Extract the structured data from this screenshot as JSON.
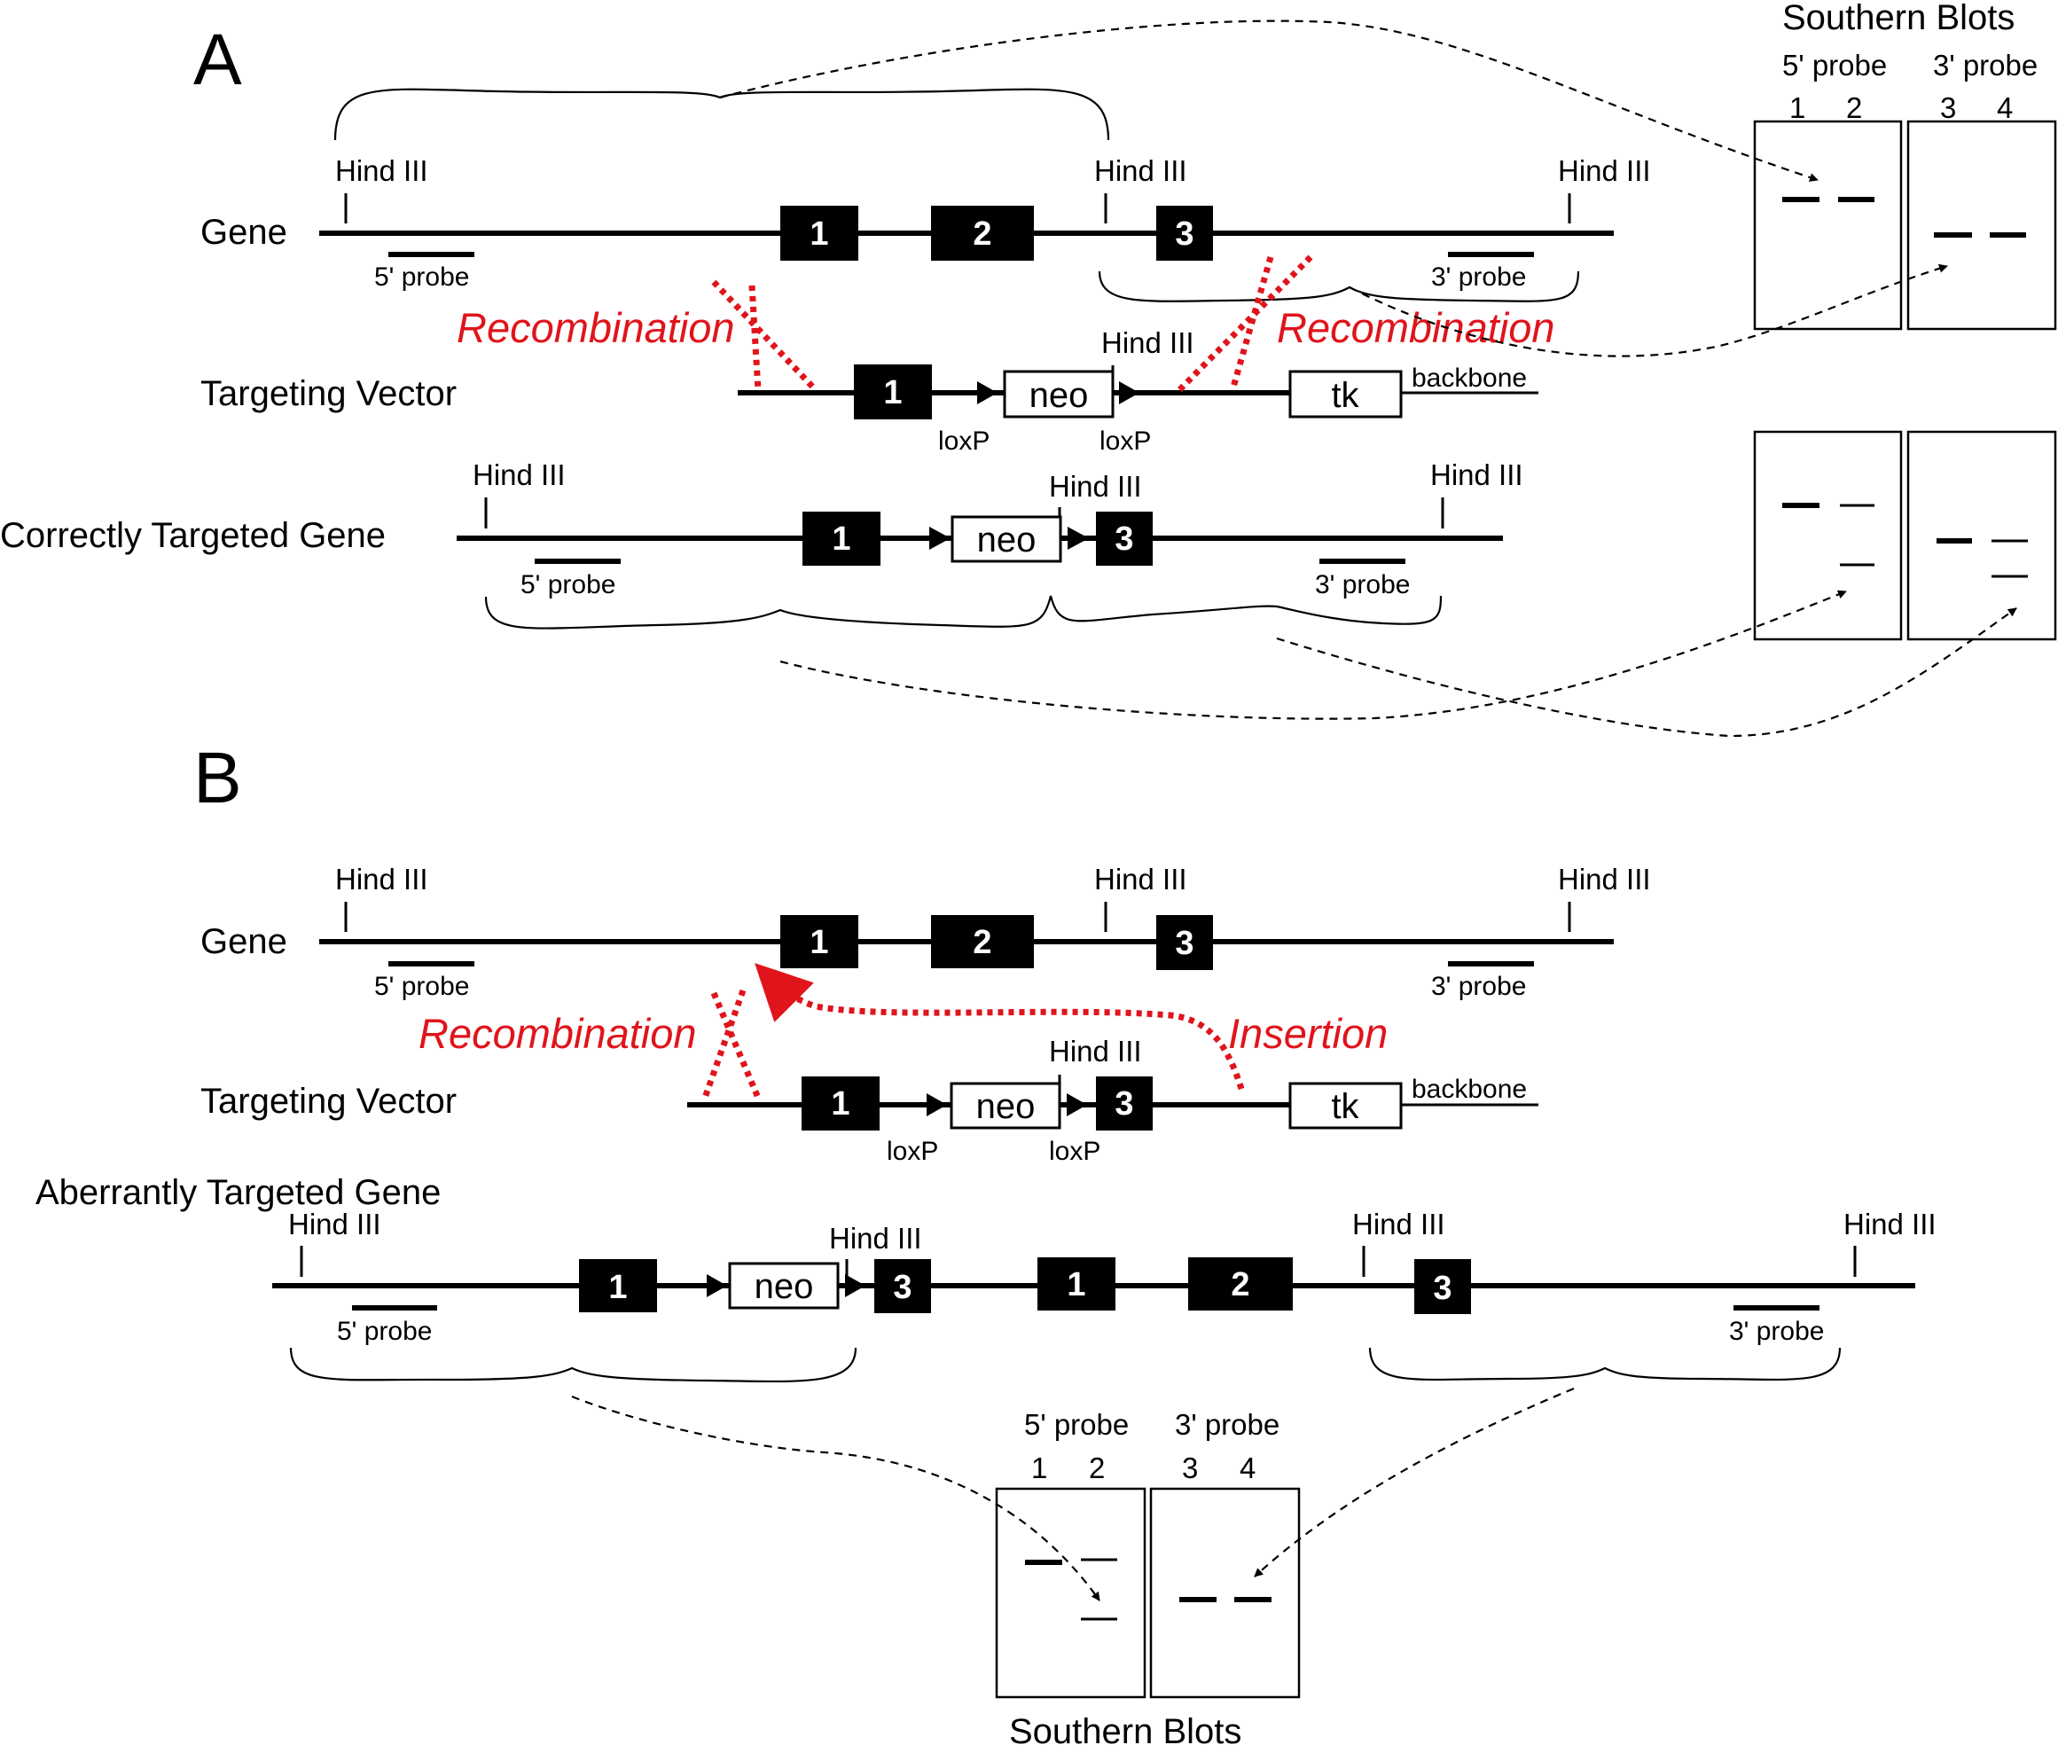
{
  "panels": {
    "a": {
      "letter": "A",
      "rows": {
        "gene": "Gene",
        "vector": "Targeting Vector",
        "targeted": "Correctly Targeted Gene"
      },
      "recombination_label": "Recombination",
      "southern_title": "Southern Blots"
    },
    "b": {
      "letter": "B",
      "rows": {
        "gene": "Gene",
        "vector": "Targeting Vector",
        "targeted": "Aberrantly Targeted Gene"
      },
      "recombination_label": "Recombination",
      "insertion_label": "Insertion",
      "southern_title": "Southern Blots"
    }
  },
  "common": {
    "site": "Hind III",
    "probe5": "5' probe",
    "probe3": "3' probe",
    "loxp": "loxP",
    "neo": "neo",
    "tk": "tk",
    "backbone": "backbone",
    "exon1": "1",
    "exon2": "2",
    "exon3": "3",
    "lane1": "1",
    "lane2": "2",
    "lane3": "3",
    "lane4": "4"
  },
  "colors": {
    "recombination_red": "#e0141b",
    "exon_fill": "#000000"
  }
}
